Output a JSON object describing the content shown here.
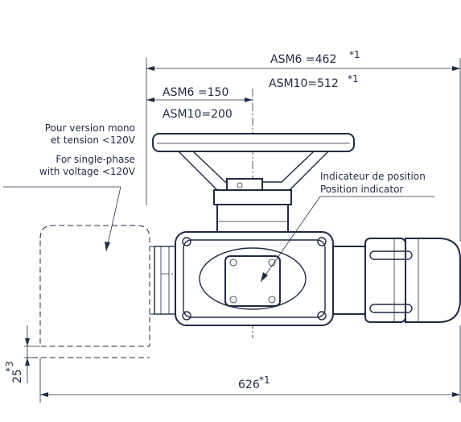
{
  "dimensions": {
    "asm6_overall": "ASM6 =462",
    "asm6_overall_note": "*1",
    "asm10_overall": "ASM10=512",
    "asm10_overall_note": "*1",
    "asm6_handwheel": "ASM6 =150",
    "asm10_handwheel": "ASM10=200",
    "height_offset": "25",
    "height_offset_note": "*3",
    "overall_width": "626",
    "overall_width_note": "*1"
  },
  "notes": {
    "motor_fr_line1": "Pour version mono",
    "motor_fr_line2": "et tension <120V",
    "motor_en_line1": "For single-phase",
    "motor_en_line2": "with voltage <120V",
    "indicator_fr": "Indicateur de position",
    "indicator_en": "Position indicator"
  },
  "colors": {
    "line": "#1f2a44",
    "background": "#ffffff"
  }
}
